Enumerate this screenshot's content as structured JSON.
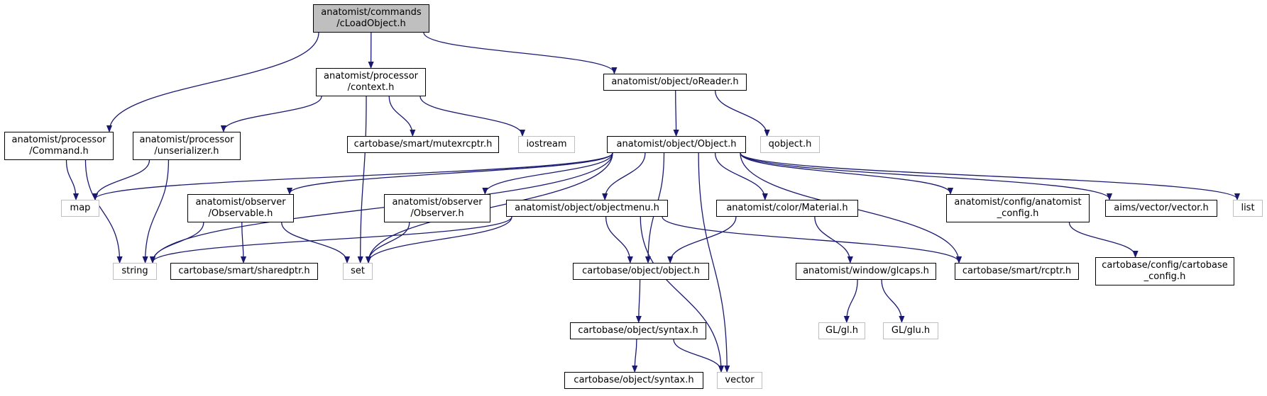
{
  "diagram": {
    "edge_color": "#191970",
    "root_fill": "#bfbfbf",
    "external_border": "#bfbfbf",
    "nodes": [
      {
        "id": "root",
        "label": "anatomist/commands\n/cLoadObject.h",
        "kind": "root"
      },
      {
        "id": "command",
        "label": "anatomist/processor\n/Command.h",
        "kind": "local"
      },
      {
        "id": "context",
        "label": "anatomist/processor\n/context.h",
        "kind": "local"
      },
      {
        "id": "oreader",
        "label": "anatomist/object/oReader.h",
        "kind": "local"
      },
      {
        "id": "unserializer",
        "label": "anatomist/processor\n/unserializer.h",
        "kind": "local"
      },
      {
        "id": "mutexrcptr",
        "label": "cartobase/smart/mutexrcptr.h",
        "kind": "local"
      },
      {
        "id": "iostream",
        "label": "iostream",
        "kind": "external"
      },
      {
        "id": "object",
        "label": "anatomist/object/Object.h",
        "kind": "local"
      },
      {
        "id": "qobject",
        "label": "qobject.h",
        "kind": "external"
      },
      {
        "id": "map",
        "label": "map",
        "kind": "external"
      },
      {
        "id": "observable",
        "label": "anatomist/observer\n/Observable.h",
        "kind": "local"
      },
      {
        "id": "observer",
        "label": "anatomist/observer\n/Observer.h",
        "kind": "local"
      },
      {
        "id": "objectmenu",
        "label": "anatomist/object/objectmenu.h",
        "kind": "local"
      },
      {
        "id": "material",
        "label": "anatomist/color/Material.h",
        "kind": "local"
      },
      {
        "id": "anaconfig",
        "label": "anatomist/config/anatomist\n_config.h",
        "kind": "local"
      },
      {
        "id": "aimsvector",
        "label": "aims/vector/vector.h",
        "kind": "local"
      },
      {
        "id": "list",
        "label": "list",
        "kind": "external"
      },
      {
        "id": "string",
        "label": "string",
        "kind": "external"
      },
      {
        "id": "sharedptr",
        "label": "cartobase/smart/sharedptr.h",
        "kind": "local"
      },
      {
        "id": "set",
        "label": "set",
        "kind": "external"
      },
      {
        "id": "cbobject",
        "label": "cartobase/object/object.h",
        "kind": "local"
      },
      {
        "id": "glcaps",
        "label": "anatomist/window/glcaps.h",
        "kind": "local"
      },
      {
        "id": "rcptr",
        "label": "cartobase/smart/rcptr.h",
        "kind": "local"
      },
      {
        "id": "cbconfig",
        "label": "cartobase/config/cartobase\n_config.h",
        "kind": "local"
      },
      {
        "id": "syntax",
        "label": "cartobase/object/syntax.h",
        "kind": "local"
      },
      {
        "id": "gl",
        "label": "GL/gl.h",
        "kind": "external"
      },
      {
        "id": "glu",
        "label": "GL/glu.h",
        "kind": "external"
      },
      {
        "id": "syntax2",
        "label": "cartobase/object/syntax.h",
        "kind": "local"
      },
      {
        "id": "vector",
        "label": "vector",
        "kind": "external"
      }
    ],
    "edges": [
      {
        "from": "root",
        "to": "command"
      },
      {
        "from": "root",
        "to": "context"
      },
      {
        "from": "root",
        "to": "oreader"
      },
      {
        "from": "command",
        "to": "map"
      },
      {
        "from": "command",
        "to": "string"
      },
      {
        "from": "context",
        "to": "unserializer"
      },
      {
        "from": "context",
        "to": "set"
      },
      {
        "from": "context",
        "to": "mutexrcptr"
      },
      {
        "from": "context",
        "to": "iostream"
      },
      {
        "from": "unserializer",
        "to": "map"
      },
      {
        "from": "unserializer",
        "to": "string"
      },
      {
        "from": "oreader",
        "to": "object"
      },
      {
        "from": "oreader",
        "to": "qobject"
      },
      {
        "from": "object",
        "to": "map"
      },
      {
        "from": "object",
        "to": "string"
      },
      {
        "from": "object",
        "to": "observable"
      },
      {
        "from": "object",
        "to": "set"
      },
      {
        "from": "object",
        "to": "observer"
      },
      {
        "from": "object",
        "to": "objectmenu"
      },
      {
        "from": "object",
        "to": "cbobject"
      },
      {
        "from": "object",
        "to": "material"
      },
      {
        "from": "object",
        "to": "vector"
      },
      {
        "from": "object",
        "to": "rcptr"
      },
      {
        "from": "object",
        "to": "anaconfig"
      },
      {
        "from": "object",
        "to": "aimsvector"
      },
      {
        "from": "object",
        "to": "list"
      },
      {
        "from": "observable",
        "to": "string"
      },
      {
        "from": "observable",
        "to": "sharedptr"
      },
      {
        "from": "observable",
        "to": "set"
      },
      {
        "from": "observer",
        "to": "set"
      },
      {
        "from": "objectmenu",
        "to": "string"
      },
      {
        "from": "objectmenu",
        "to": "set"
      },
      {
        "from": "objectmenu",
        "to": "cbobject"
      },
      {
        "from": "objectmenu",
        "to": "vector"
      },
      {
        "from": "objectmenu",
        "to": "rcptr"
      },
      {
        "from": "material",
        "to": "cbobject"
      },
      {
        "from": "material",
        "to": "glcaps"
      },
      {
        "from": "anaconfig",
        "to": "cbconfig"
      },
      {
        "from": "cbobject",
        "to": "syntax"
      },
      {
        "from": "glcaps",
        "to": "gl"
      },
      {
        "from": "glcaps",
        "to": "glu"
      },
      {
        "from": "syntax",
        "to": "syntax2"
      },
      {
        "from": "syntax",
        "to": "vector"
      }
    ]
  }
}
